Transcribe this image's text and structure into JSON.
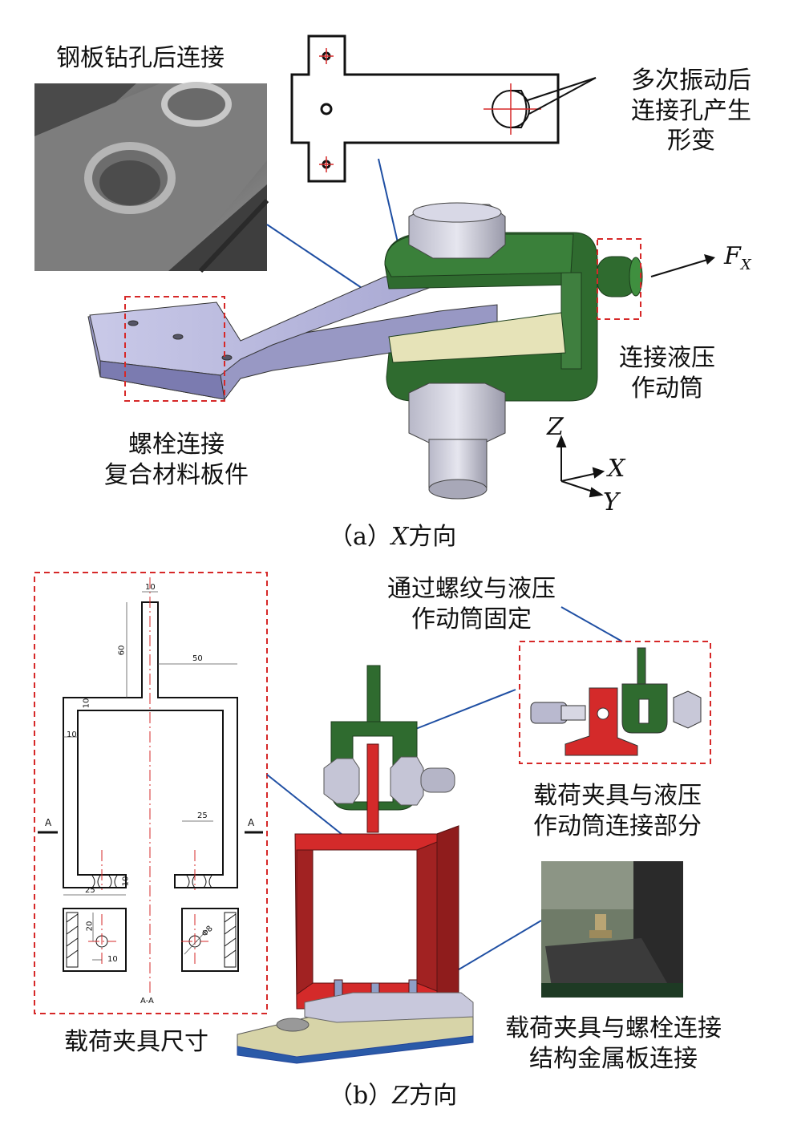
{
  "panel_a": {
    "photo_label": "钢板钻孔后连接",
    "deform_label": [
      "多次振动后",
      "连接孔产生",
      "形变"
    ],
    "force_label_main": "F",
    "force_label_sub": "X",
    "actuator_label": [
      "连接液压",
      "作动筒"
    ],
    "bolt_label": [
      "螺栓连接",
      "复合材料板件"
    ],
    "axes": {
      "z": "Z",
      "x": "X",
      "y": "Y"
    },
    "caption_open": "（a）",
    "caption_axis": "X",
    "caption_text": "方向"
  },
  "panel_b": {
    "thread_label": [
      "通过螺纹与液压",
      "作动筒固定"
    ],
    "connect_label": [
      "载荷夹具与液压",
      "作动筒连接部分"
    ],
    "size_label": "载荷夹具尺寸",
    "metal_label": [
      "载荷夹具与螺栓连接",
      "结构金属板连接"
    ],
    "dims": {
      "top_width": "10",
      "stem_height": "60",
      "arm_width": "50",
      "wall": "10",
      "side": "10",
      "slot_width": "25",
      "slot_depth": "10",
      "bottom_width": "25",
      "hole_offset": "20",
      "hole_bottom": "10",
      "hole_dia": "Φ8",
      "section_left": "A",
      "section_right": "A",
      "section_name": "A-A"
    },
    "caption_open": "（b）",
    "caption_axis": "Z",
    "caption_text": "方向"
  }
}
